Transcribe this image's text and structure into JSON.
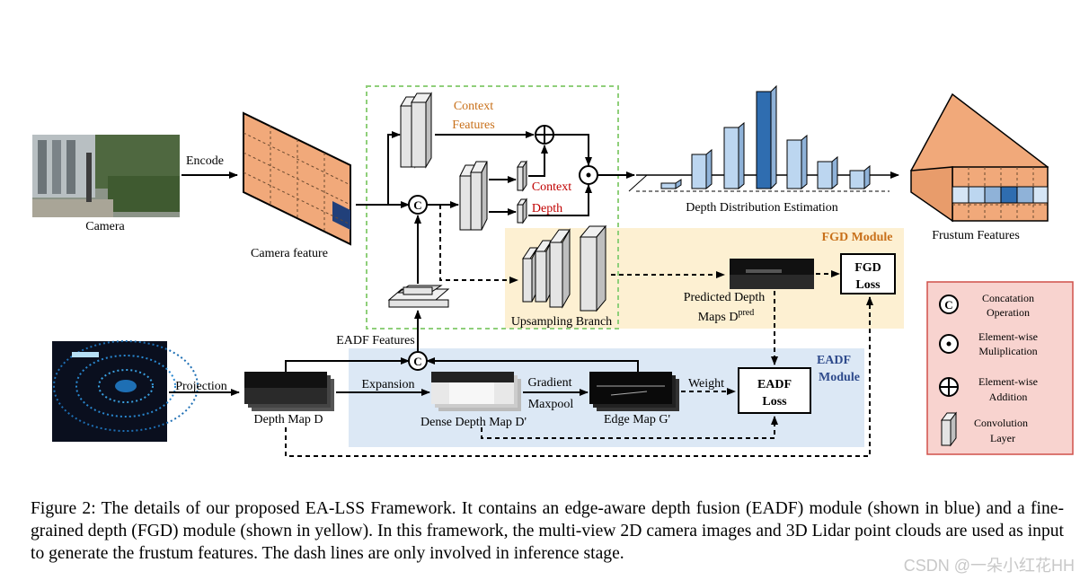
{
  "labels": {
    "camera": "Camera",
    "encode": "Encode",
    "camera_feature": "Camera feature",
    "context_features_1": "Context",
    "context_features_2": "Features",
    "context_small": "Context",
    "depth_small": "Depth",
    "depth_distribution": "Depth Distribution Estimation",
    "frustum_features": "Frustum Features",
    "fgd_module": "FGD Module",
    "fgd_loss_1": "FGD",
    "fgd_loss_2": "Loss",
    "predicted_depth_1": "Predicted Depth",
    "predicted_depth_2": "Maps D",
    "predicted_depth_sup": "pred",
    "upsampling_branch": "Upsampling Branch",
    "eadf_features": "EADF Features",
    "eadf_module_1": "EADF",
    "eadf_module_2": "Module",
    "projection": "Projection",
    "depth_map": "Depth Map D",
    "expansion": "Expansion",
    "dense_depth": "Dense Depth Map D'",
    "gradient": "Gradient",
    "maxpool": "Maxpool",
    "edge_map": "Edge Map G'",
    "weight": "Weight",
    "eadf_loss_1": "EADF",
    "eadf_loss_2": "Loss",
    "concat_symbol": "C"
  },
  "legend": [
    {
      "symbol": "C",
      "line1": "Concatation",
      "line2": "Operation"
    },
    {
      "symbol": "dot",
      "line1": "Element-wise",
      "line2": "Muliplication"
    },
    {
      "symbol": "plus",
      "line1": "Element-wise",
      "line2": "Addition"
    },
    {
      "symbol": "conv",
      "line1": "Convolution",
      "line2": "Layer"
    }
  ],
  "caption": "Figure 2: The details of our proposed EA-LSS Framework. It contains an edge-aware depth fusion (EADF) module (shown in blue) and a fine-grained depth (FGD) module (shown in yellow). In this framework, the multi-view 2D camera images and 3D Lidar point clouds are used as input to generate the frustum features. The dash lines are only involved in inference stage.",
  "watermark": "CSDN @一朵小红花HH",
  "colors": {
    "fgd_region": "#fdf0d2",
    "eadf_region": "#dce8f5",
    "legend_bg": "#f8d3cf",
    "legend_border": "#d0504a",
    "feature_orange": "#f1a97a",
    "context_text": "#c8701a",
    "depth_text": "#c00000",
    "fgd_title": "#c8701a",
    "eadf_title": "#2e4a8b",
    "bar_light": "#bcd6f0",
    "bar_dark": "#2f6db0",
    "dashed_green": "#8fcf7a"
  }
}
